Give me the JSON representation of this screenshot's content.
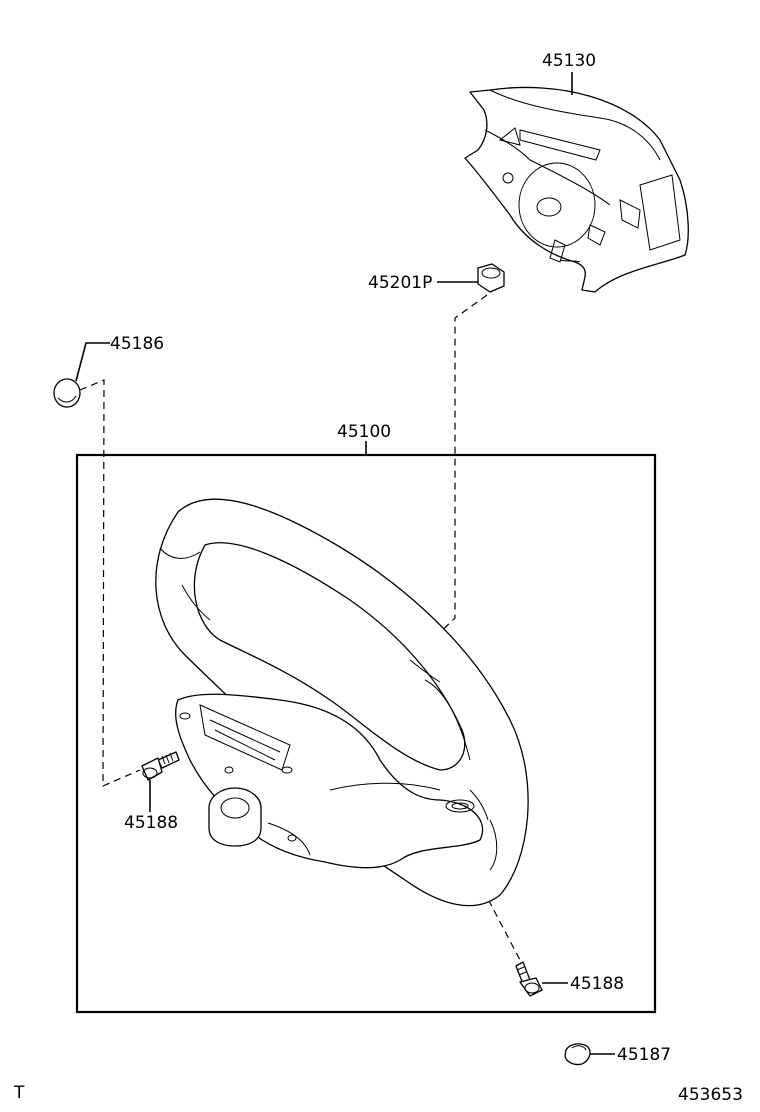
{
  "part_labels": {
    "airbag_pad": "45130",
    "nut": "45201P",
    "cover_upper": "45186",
    "steering_wheel_assy": "45100",
    "screw_left": "45188",
    "screw_right": "45188",
    "cover_lower": "45187"
  },
  "corner_mark": "T",
  "diagram_number": "453653"
}
